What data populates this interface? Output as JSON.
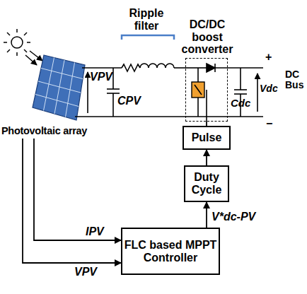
{
  "diagram": {
    "nodes": [
      {
        "text": [
          "Photovoltaic array"
        ]
      },
      {
        "text": [
          "DC/DC boost converter"
        ]
      },
      {
        "text": [
          "Pulse"
        ]
      },
      {
        "text": [
          "Duty Cycle"
        ]
      },
      {
        "text": [
          "FLC based MPPT Controller"
        ]
      }
    ],
    "edges": [
      {
        "from": 2,
        "to": 1,
        "arrow": "none"
      },
      {
        "from": 3,
        "to": 2,
        "arrow": "to"
      },
      {
        "from": 4,
        "to": 3,
        "arrow": "to",
        "label": "V*dc-PV"
      },
      {
        "from": 0,
        "to": 4,
        "arrow": "to",
        "label": "IPV"
      },
      {
        "from": 0,
        "to": 4,
        "arrow": "to",
        "label": "VPV"
      }
    ],
    "labels": [
      "Ripple filter",
      "VPV",
      "CPV",
      "DC Bus",
      "+",
      "−",
      "Vdc",
      "Cdc"
    ]
  }
}
